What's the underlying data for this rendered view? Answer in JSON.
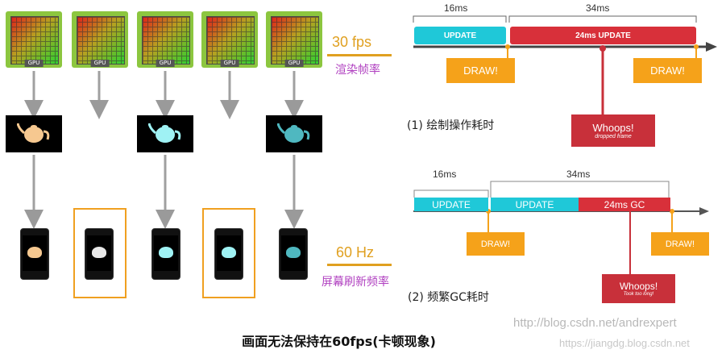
{
  "left": {
    "gpu_label": "GPU",
    "fps_label": "30 fps",
    "fps_caption": "渲染帧率",
    "hz_label": "60 Hz",
    "hz_caption": "屏幕刷新频率"
  },
  "timeline1": {
    "tick1": "16ms",
    "tick2": "34ms",
    "update": "UPDATE",
    "long_update": "24ms UPDATE",
    "draw1": "DRAW!",
    "draw2": "DRAW!",
    "whoops": "Whoops!",
    "whoops_sub": "dropped frame",
    "caption": "(1) 绘制操作耗时"
  },
  "timeline2": {
    "tick1": "16ms",
    "tick2": "34ms",
    "update1": "UPDATE",
    "update2": "UPDATE",
    "gc": "24ms GC",
    "draw1": "DRAW!",
    "draw2": "DRAW!",
    "whoops": "Whoops!",
    "whoops_sub": "Took too long!",
    "caption": "(2) 频繁GC耗时"
  },
  "footer": {
    "title": "画面无法保持在60fps(卡顿现象)",
    "watermark1": "http://blog.csdn.net/andrexpert",
    "watermark2": "https://jiangdg.blog.csdn.net"
  },
  "colors": {
    "cyan": "#1fc8d8",
    "red": "#d8303a",
    "orange": "#f5a21a",
    "purple": "#b040c0",
    "gold": "#e0a020"
  }
}
